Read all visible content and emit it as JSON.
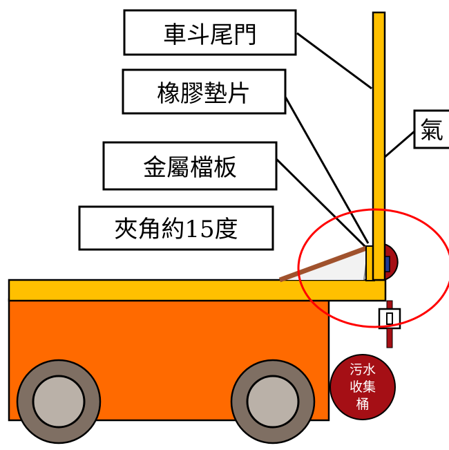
{
  "callouts": {
    "tailgate": "車斗尾門",
    "rubber_gasket": "橡膠墊片",
    "metal_baffle": "金屬檔板",
    "angle_prefix": "夾角約",
    "angle_value": "15",
    "angle_suffix": "度",
    "cut_off": "氣"
  },
  "tank_label": {
    "line1": "污水",
    "line2": "收集",
    "line3": "桶"
  },
  "colors": {
    "body_orange": "#FF6A00",
    "deck_yellow": "#FFC000",
    "wheel_tire": "#7F6F63",
    "wheel_hub": "#BAB1A8",
    "baffle_brown": "#A0522D",
    "tank_red": "#A50F15",
    "highlight_red": "#FF0000",
    "gasket_blue": "#1F3A93"
  }
}
